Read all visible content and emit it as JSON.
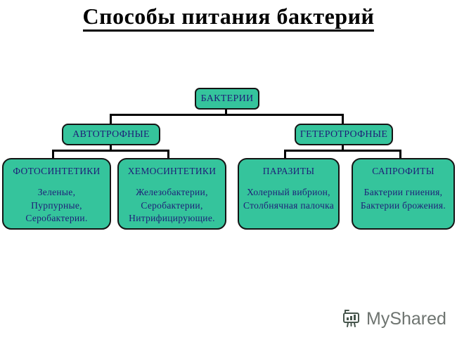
{
  "title": "Способы питания бактерий",
  "tree": {
    "root": {
      "label": "БАКТЕРИИ"
    },
    "branches": [
      {
        "label": "АВТОТРОФНЫЕ"
      },
      {
        "label": "ГЕТЕРОТРОФНЫЕ"
      }
    ],
    "leaves": [
      {
        "title": "ФОТОСИНТЕТИКИ",
        "body": "Зеленые,\nПурпурные,\nСеробактерии."
      },
      {
        "title": "ХЕМОСИНТЕТИКИ",
        "body": "Железобактерии,\nСеробактерии,\nНитрифицирующие."
      },
      {
        "title": "ПАРАЗИТЫ",
        "body": "Холерный вибрион,\nСтолбнячная палочка"
      },
      {
        "title": "САПРОФИТЫ",
        "body": "Бактерии гниения,\nБактерии брожения."
      }
    ]
  },
  "watermark": {
    "text": "MyShared",
    "icon": "presentation-easel-chart-icon"
  },
  "colors": {
    "box_fill": "#35c49c",
    "box_border": "#141414",
    "box_text": "#1e1e78",
    "title_text": "#000000",
    "connector": "#000000",
    "watermark_text": "#6e7470",
    "watermark_icon": "#46554c"
  }
}
